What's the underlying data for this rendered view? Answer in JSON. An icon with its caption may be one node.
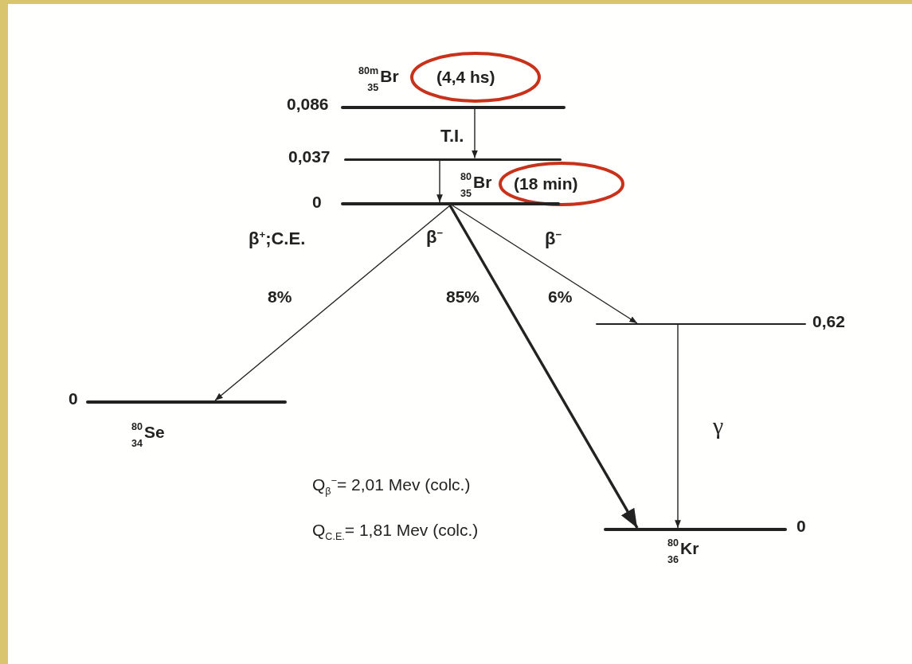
{
  "diagram": {
    "nodes": [
      {
        "text": [],
        "shape": "bar",
        "beside": [
          "0,086",
          "$^{80m}$$_{35}$Br",
          "(4,4 hs)"
        ]
      },
      {
        "text": [],
        "shape": "bar",
        "beside": [
          "0,037"
        ]
      },
      {
        "text": [],
        "shape": "bar",
        "beside": [
          "0",
          "$^{80}$$_{35}$Br",
          "(18 min)"
        ]
      },
      {
        "text": [],
        "shape": "bar",
        "beside": [
          "0",
          "$^{80}$$_{34}$Se"
        ]
      },
      {
        "text": [],
        "shape": "bar",
        "beside": [
          "0,62"
        ]
      },
      {
        "text": [],
        "shape": "bar",
        "beside": [
          "0",
          "$^{80}$$_{36}$Kr"
        ]
      }
    ],
    "edges": [
      {
        "from": 0,
        "to": 1,
        "arrow": "to",
        "label": "T.I."
      },
      {
        "from": 1,
        "to": 2,
        "arrow": "to"
      },
      {
        "from": 2,
        "to": 3,
        "arrow": "to",
        "label": "β$^{+}$;C.E."
      },
      {
        "from": 2,
        "to": 5,
        "arrow": "to",
        "label": "β$^{−}$",
        "style": "thick"
      },
      {
        "from": 2,
        "to": 4,
        "arrow": "to",
        "label": "β$^{−}$"
      },
      {
        "from": 4,
        "to": 5,
        "arrow": "to",
        "label": "γ"
      }
    ],
    "labels": [
      "8%",
      "85%",
      "6%",
      "Q$_{β}$$^{−}$= 2,01 Mev (colc.)",
      "Q$_{C.E.}$= 1,81 Mev (colc.)"
    ]
  }
}
